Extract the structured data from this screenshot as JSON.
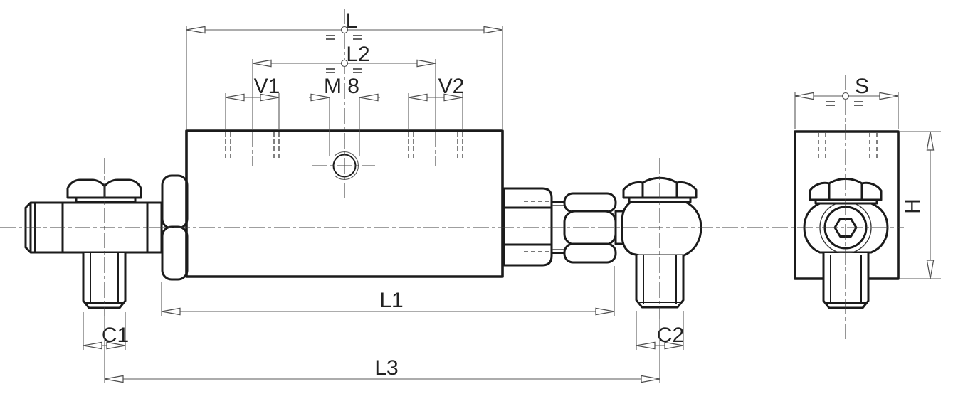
{
  "drawing": {
    "kind": "technical-dimension-drawing",
    "views": [
      "front-view",
      "end-view"
    ],
    "line_color": "#1b1b1b",
    "background_color": "#ffffff"
  },
  "labels": {
    "l": "L",
    "l2": "L2",
    "v1": "V1",
    "m8": "M 8",
    "v2": "V2",
    "l1": "L1",
    "l3": "L3",
    "c1": "C1",
    "c2": "C2",
    "s": "S",
    "h": "H"
  }
}
